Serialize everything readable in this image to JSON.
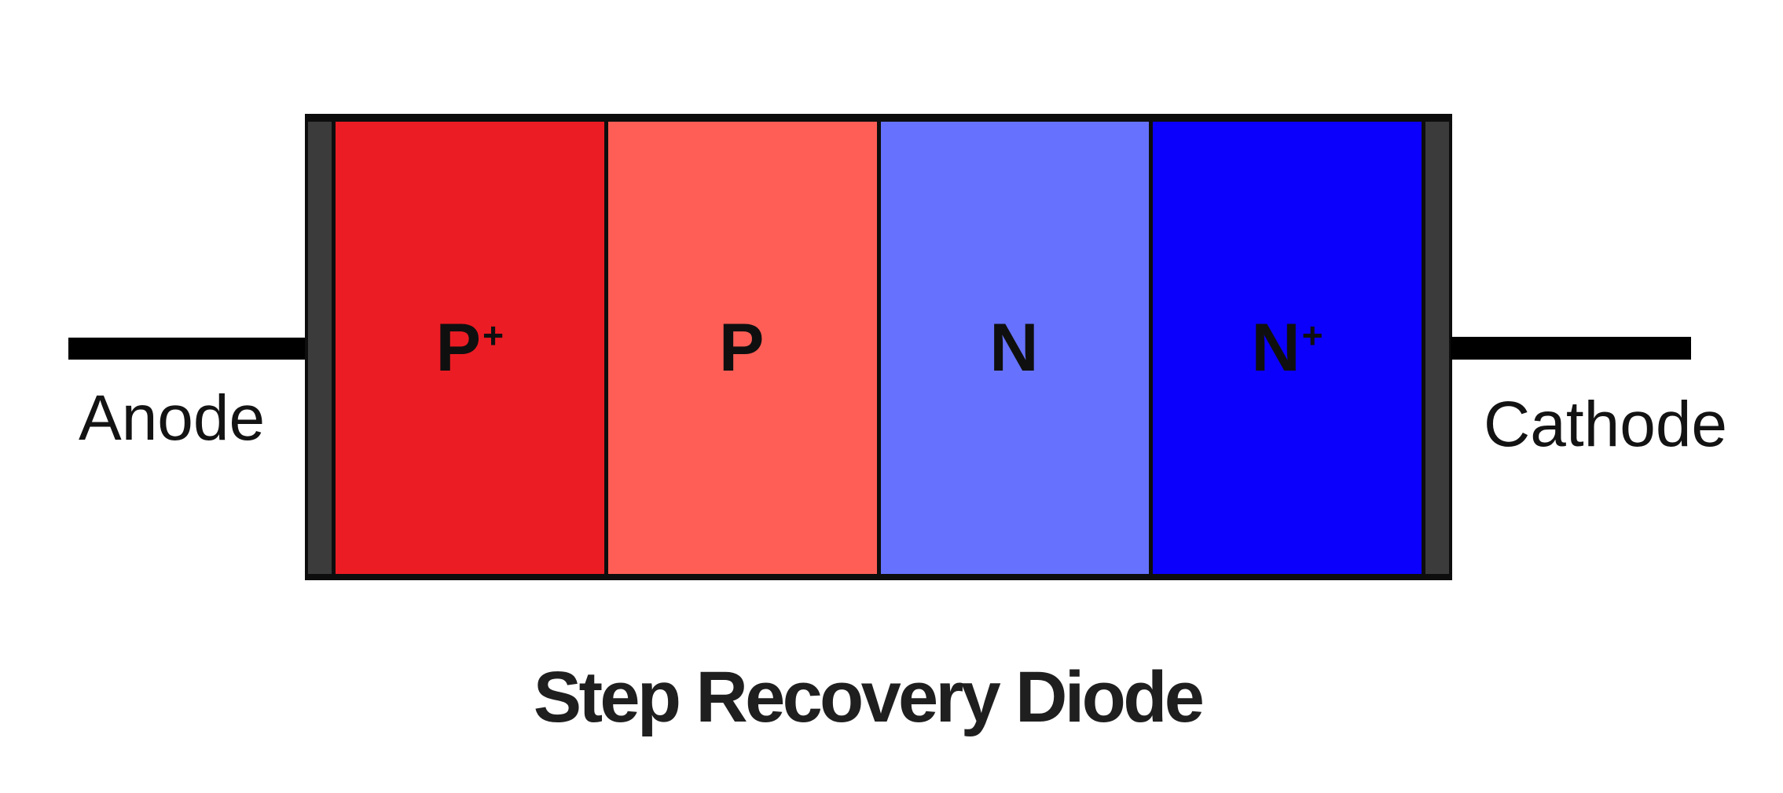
{
  "title": "Step Recovery Diode",
  "terminals": {
    "left": "Anode",
    "right": "Cathode"
  },
  "regions": [
    {
      "name": "P+",
      "base": "P",
      "sup": "+",
      "color": "#ec1c24"
    },
    {
      "name": "P",
      "base": "P",
      "sup": "",
      "color": "#fe5e55"
    },
    {
      "name": "N",
      "base": "N",
      "sup": "",
      "color": "#6672fd"
    },
    {
      "name": "N+",
      "base": "N",
      "sup": "+",
      "color": "#0b00fc"
    }
  ],
  "colors": {
    "wire": "#000000",
    "frame": "#0d0d0d",
    "cap": "#3b3b3b",
    "label_text": "#0f0f0f",
    "terminal_text": "#131313",
    "title_text": "#1f1f1f",
    "background": "#ffffff"
  }
}
